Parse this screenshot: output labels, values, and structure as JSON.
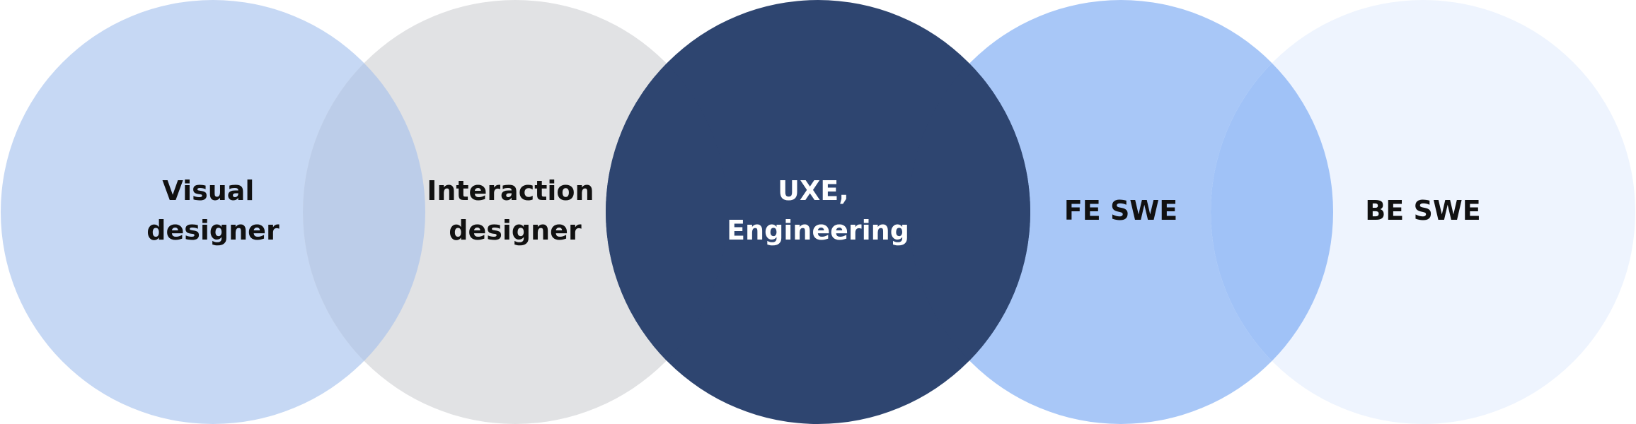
{
  "circles": [
    {
      "lines": [
        "Visual",
        "designer"
      ],
      "fill": "#c6d8f4",
      "text_color": "#111111"
    },
    {
      "lines": [
        "Interaction",
        "designer"
      ],
      "fill": "#e1e2e4",
      "text_color": "#111111"
    },
    {
      "lines": [
        "UXE,",
        "Engineering"
      ],
      "fill": "#2e4570",
      "text_color": "#ffffff"
    },
    {
      "lines": [
        "FE SWE"
      ],
      "fill": "#a8c7f7",
      "text_color": "#111111"
    },
    {
      "lines": [
        "BE SWE"
      ],
      "fill": "#eef4fe",
      "text_color": "#111111"
    }
  ],
  "overlap_colors": [
    "#bccde9",
    "#2e4570",
    "#2e4570",
    "#a0c2f7"
  ]
}
